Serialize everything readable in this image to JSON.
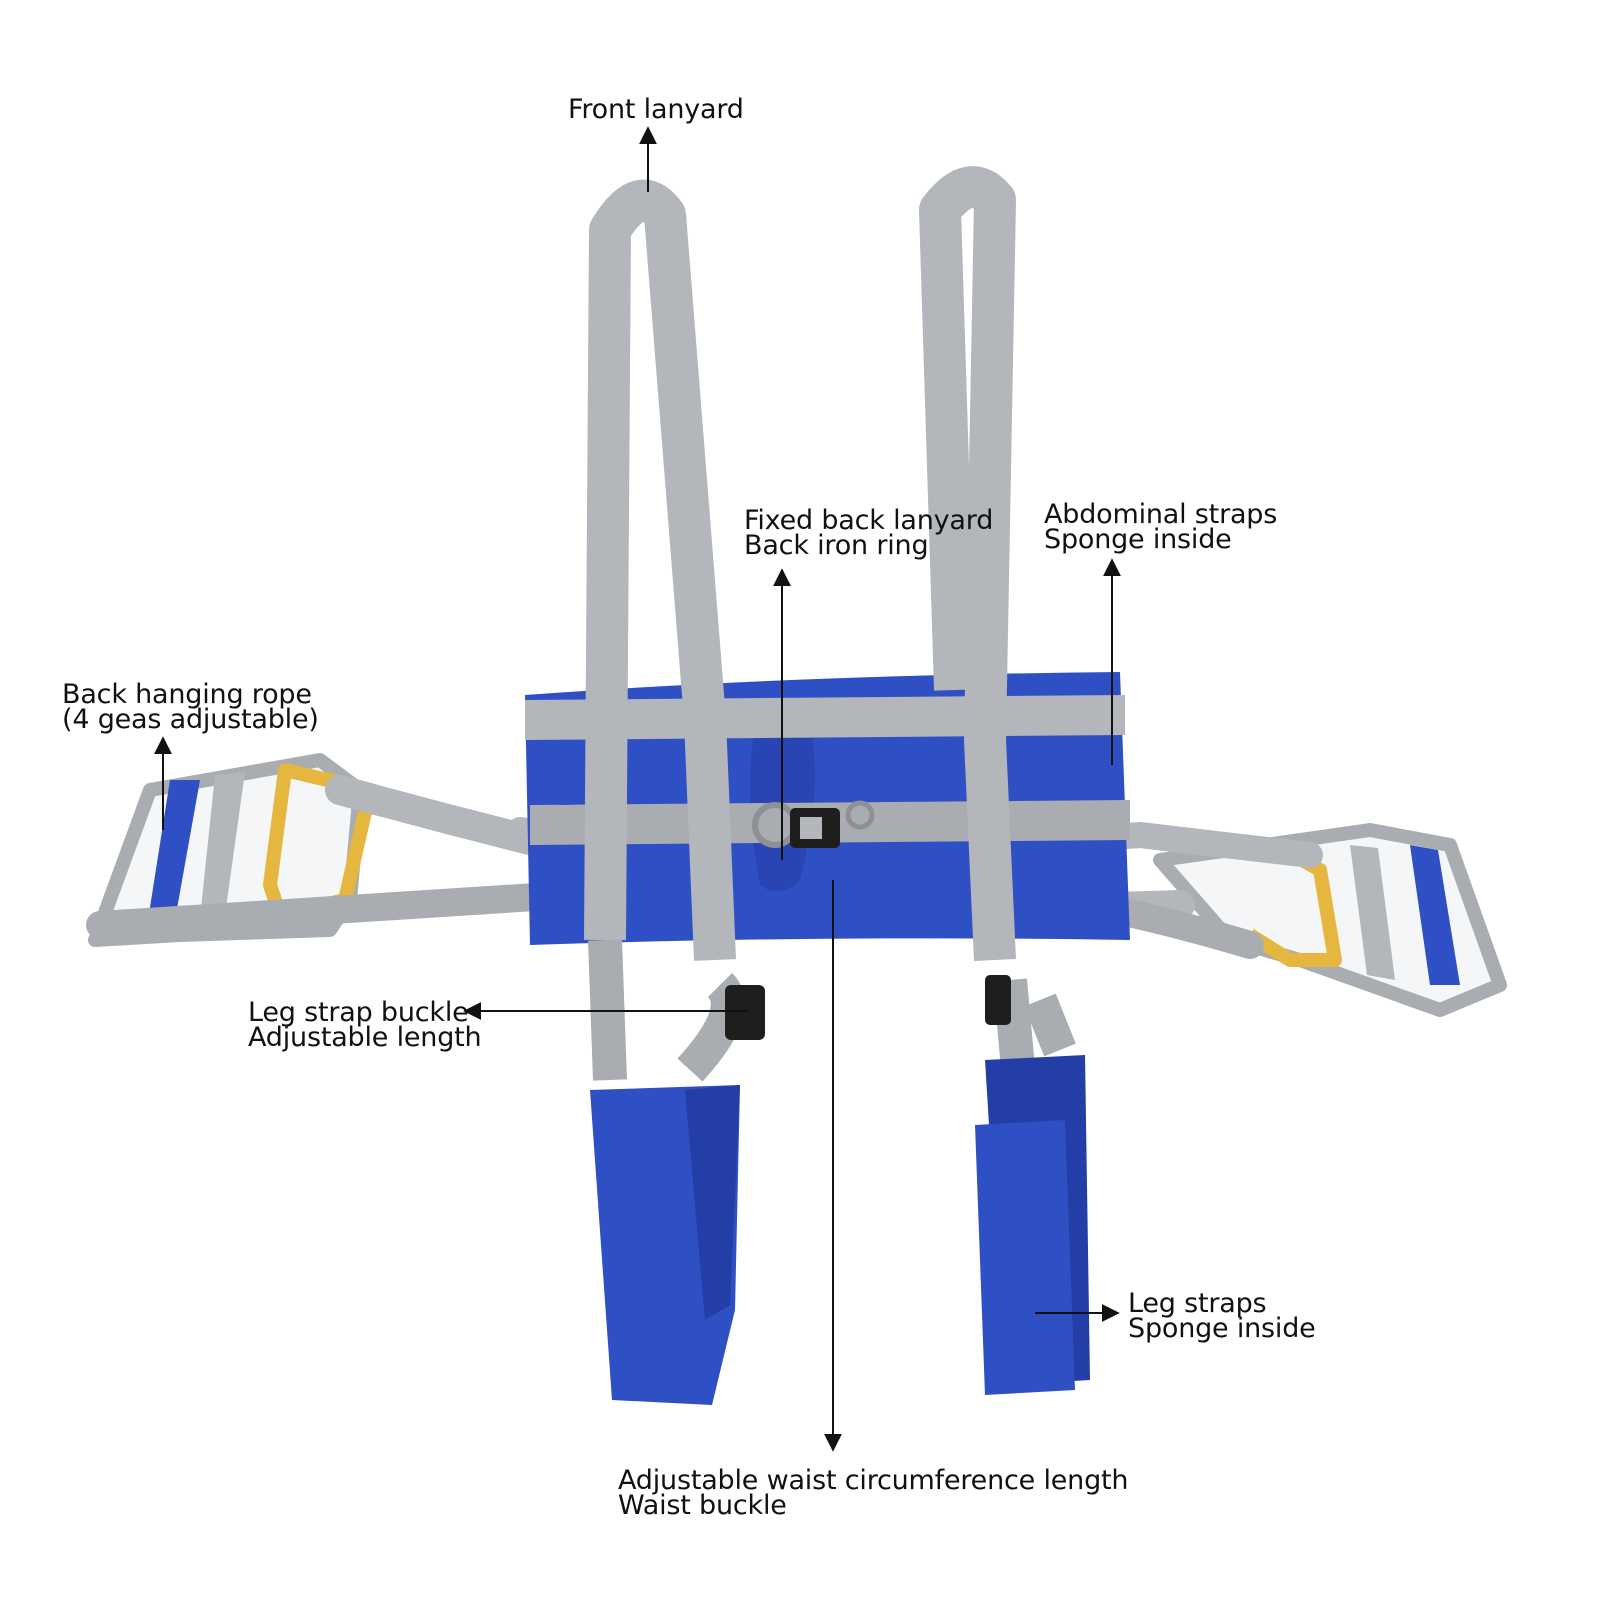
{
  "colors": {
    "strap_grey": "#b3b6ba",
    "strap_shadow": "#979a9e",
    "pad_blue": "#2f4fc4",
    "pad_blue_dark": "#233ea6",
    "handle_yellow": "#e6b73e",
    "handle_white": "#f4f6f8",
    "buckle_black": "#1e1e1e",
    "ring_metal": "#8d9094",
    "arrow_black": "#111111"
  },
  "labels": {
    "front_lanyard": "Front lanyard",
    "fixed_back": [
      "Fixed back lanyard",
      "Back iron ring"
    ],
    "abdominal": [
      "Abdominal straps",
      "Sponge inside"
    ],
    "back_hanging": [
      "Back hanging rope",
      "(4 geas adjustable)"
    ],
    "leg_buckle": [
      "Leg strap buckle",
      "Adjustable length"
    ],
    "leg_straps": [
      "Leg straps",
      "Sponge inside"
    ],
    "waist": [
      "Adjustable waist circumference length",
      "Waist buckle"
    ]
  },
  "icons": {
    "product": "walking-belt-harness-illustration",
    "arrow": "arrow-icon"
  }
}
